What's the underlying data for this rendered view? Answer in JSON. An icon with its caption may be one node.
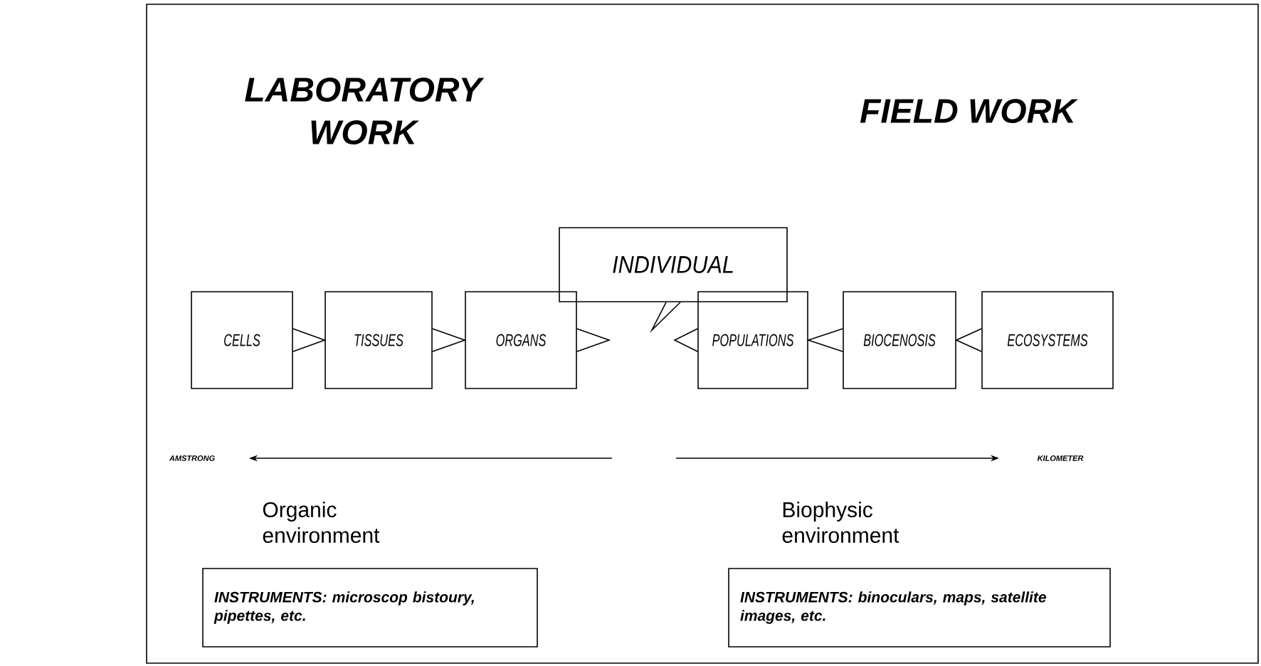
{
  "diagram": {
    "nodes": [
      {
        "text": [
          "INDIVIDUAL"
        ]
      },
      {
        "text": [
          "CELLS"
        ]
      },
      {
        "text": [
          "TISSUES"
        ]
      },
      {
        "text": [
          "ORGANS"
        ]
      },
      {
        "text": [
          "POPULATIONS"
        ]
      },
      {
        "text": [
          "BIOCENOSIS"
        ]
      },
      {
        "text": [
          "ECOSYSTEMS"
        ]
      },
      {
        "text": [
          "INSTRUMENTS: microscop bistoury, pipettes, etc."
        ]
      },
      {
        "text": [
          "INSTRUMENTS: binoculars, maps, satellite images, etc."
        ]
      }
    ],
    "edges": [
      {
        "from": 1,
        "to": 2,
        "arrow": "to"
      },
      {
        "from": 2,
        "to": 3,
        "arrow": "to"
      },
      {
        "from": 3,
        "to": null,
        "arrow": "to"
      },
      {
        "from": 4,
        "to": null,
        "arrow": "to"
      },
      {
        "from": 5,
        "to": 4,
        "arrow": "to"
      },
      {
        "from": 6,
        "to": 5,
        "arrow": "to"
      },
      {
        "from": 0,
        "to": null,
        "arrow": "to"
      }
    ],
    "labels": [
      "LABORATORY WORK",
      "FIELD WORK",
      "AMSTRONG",
      "KILOMETER",
      "Organic environment",
      "Biophysic environment"
    ]
  }
}
